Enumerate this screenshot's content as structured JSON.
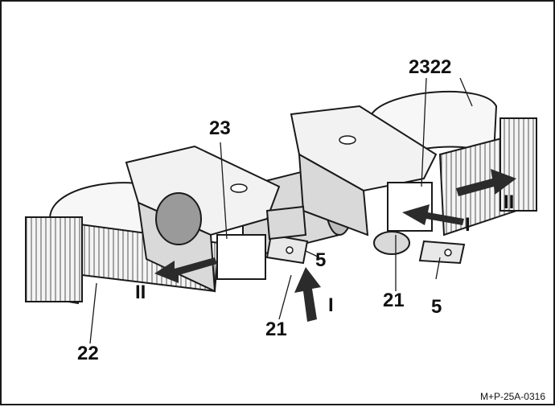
{
  "callouts": {
    "l23": "23",
    "l2322": "2322",
    "l5a": "5",
    "l5b": "5",
    "l21a": "21",
    "l21b": "21",
    "l22": "22",
    "lI_a": "I",
    "lI_b": "I",
    "lII_a": "II",
    "lII_b": "II"
  },
  "reference_code": "M+P-25A-0316",
  "colors": {
    "ink": "#1a1a1a",
    "body_light": "#f2f2f2",
    "body_mid": "#d9d9d9",
    "body_dark": "#9a9a9a",
    "arrow": "#2b2b2b"
  }
}
